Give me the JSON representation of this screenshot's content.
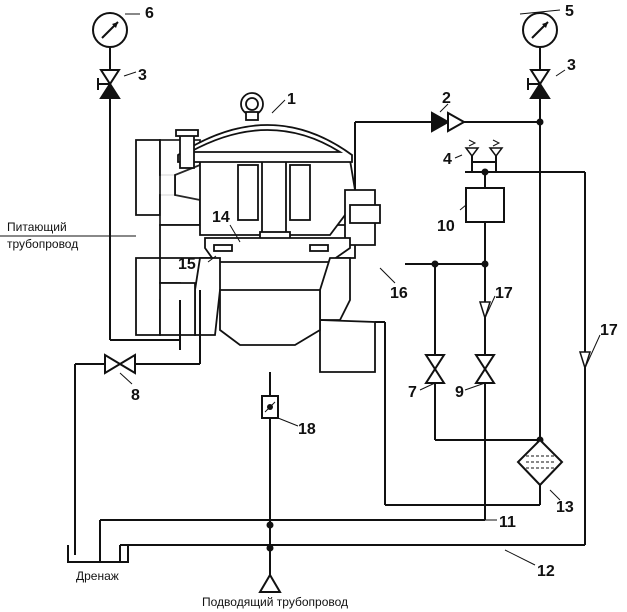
{
  "labels": {
    "supply": [
      "Питающий",
      "трубопровод"
    ],
    "drain": "Дренаж",
    "inlet": "Подводящий трубопровод"
  },
  "callouts": [
    "1",
    "2",
    "3",
    "3",
    "4",
    "5",
    "6",
    "7",
    "8",
    "9",
    "10",
    "11",
    "12",
    "13",
    "14",
    "15",
    "16",
    "17",
    "17",
    "18"
  ],
  "colors": {
    "line": "#111111",
    "hatch": "#777777",
    "background": "#ffffff"
  }
}
